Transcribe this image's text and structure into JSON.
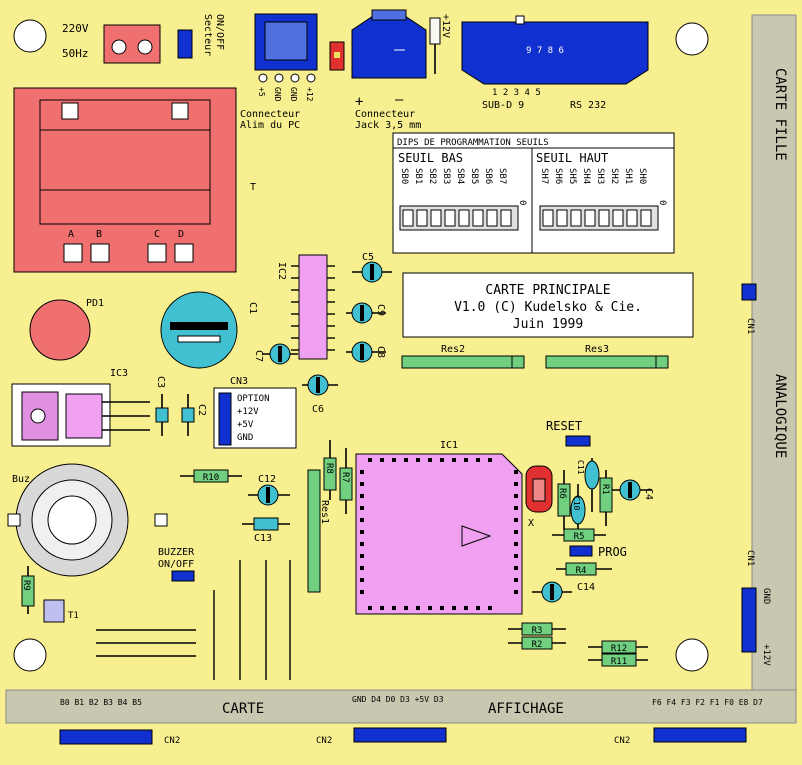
{
  "power": {
    "line1": "220V",
    "line2": "50Hz",
    "switch_line1": "Secteur",
    "switch_line2": "ON/OFF"
  },
  "pc_power": {
    "line1": "Connecteur",
    "line2": "Alim du PC",
    "pins": [
      "+5",
      "GND",
      "GND",
      "+12"
    ]
  },
  "jack": {
    "line1": "Connecteur",
    "line2": "Jack 3,5 mm",
    "plus": "+",
    "minus": "—",
    "v12": "+12V"
  },
  "subd": {
    "pins_label": "1 2 3 4 5",
    "pins_top": "9 7 8 6",
    "name": "SUB-D 9",
    "rs": "RS 232"
  },
  "transformer": {
    "label": "T",
    "terms": [
      "A",
      "B",
      "C",
      "D"
    ]
  },
  "dips": {
    "title": "DIPS DE PROGRAMMATION SEUILS",
    "low": "SEUIL BAS",
    "high": "SEUIL HAUT",
    "low_bits": [
      "SB0",
      "SB1",
      "SB2",
      "SB3",
      "SB4",
      "SB5",
      "SB6",
      "SB7"
    ],
    "high_bits": [
      "SH7",
      "SH6",
      "SH5",
      "SH4",
      "SH3",
      "SH2",
      "SH1",
      "SH0"
    ],
    "zero_mark": "0"
  },
  "card": {
    "line1": "CARTE PRINCIPALE",
    "line2": "V1.0 (C) Kudelsko & Cie.",
    "line3": "Juin 1999"
  },
  "components": {
    "pd1": "PD1",
    "c1": "C1",
    "ic2": "IC2",
    "ic3": "IC3",
    "c3": "C3",
    "c2": "C2",
    "c5": "C5",
    "c9": "C9",
    "c8": "C8",
    "c7": "C7",
    "c6": "C6",
    "res2": "Res2",
    "res3": "Res3",
    "cn3": "CN3",
    "cn3_pins": [
      "OPTION",
      "+12V",
      "+5V",
      "GND"
    ],
    "buz": "Buz",
    "r10": "R10",
    "c12": "C12",
    "c13": "C13",
    "r9": "R9",
    "t1": "T1",
    "buzzer1": "BUZZER",
    "buzzer2": "ON/OFF",
    "ic1": "IC1",
    "r8": "R8",
    "r7": "R7",
    "res1": "Res1",
    "reset": "RESET",
    "prog": "PROG",
    "r6": "R6",
    "r1": "R1",
    "c11": "C11",
    "c10": "C10",
    "c4": "C4",
    "x": "X",
    "r5": "R5",
    "r4": "R4",
    "c14": "C14",
    "r3": "R3",
    "r2": "R2",
    "r12": "R12",
    "r11": "R11"
  },
  "right": {
    "title1": "CARTE FILLE",
    "title2": "ANALOGIQUE",
    "cn1": "CN1",
    "cn1b": "CN1",
    "io1": "GND",
    "io2": "+12V"
  },
  "bottom": {
    "carte": "CARTE",
    "affichage": "AFFICHAGE",
    "cn2": "CN2",
    "left_pins": "B0 B1 B2 B3 B4 B5",
    "mid_pins": "GND D4 D0 D3 +5V D3",
    "right_pins": "F6 F4 F3 F2 F1 F0 E8 D7"
  }
}
